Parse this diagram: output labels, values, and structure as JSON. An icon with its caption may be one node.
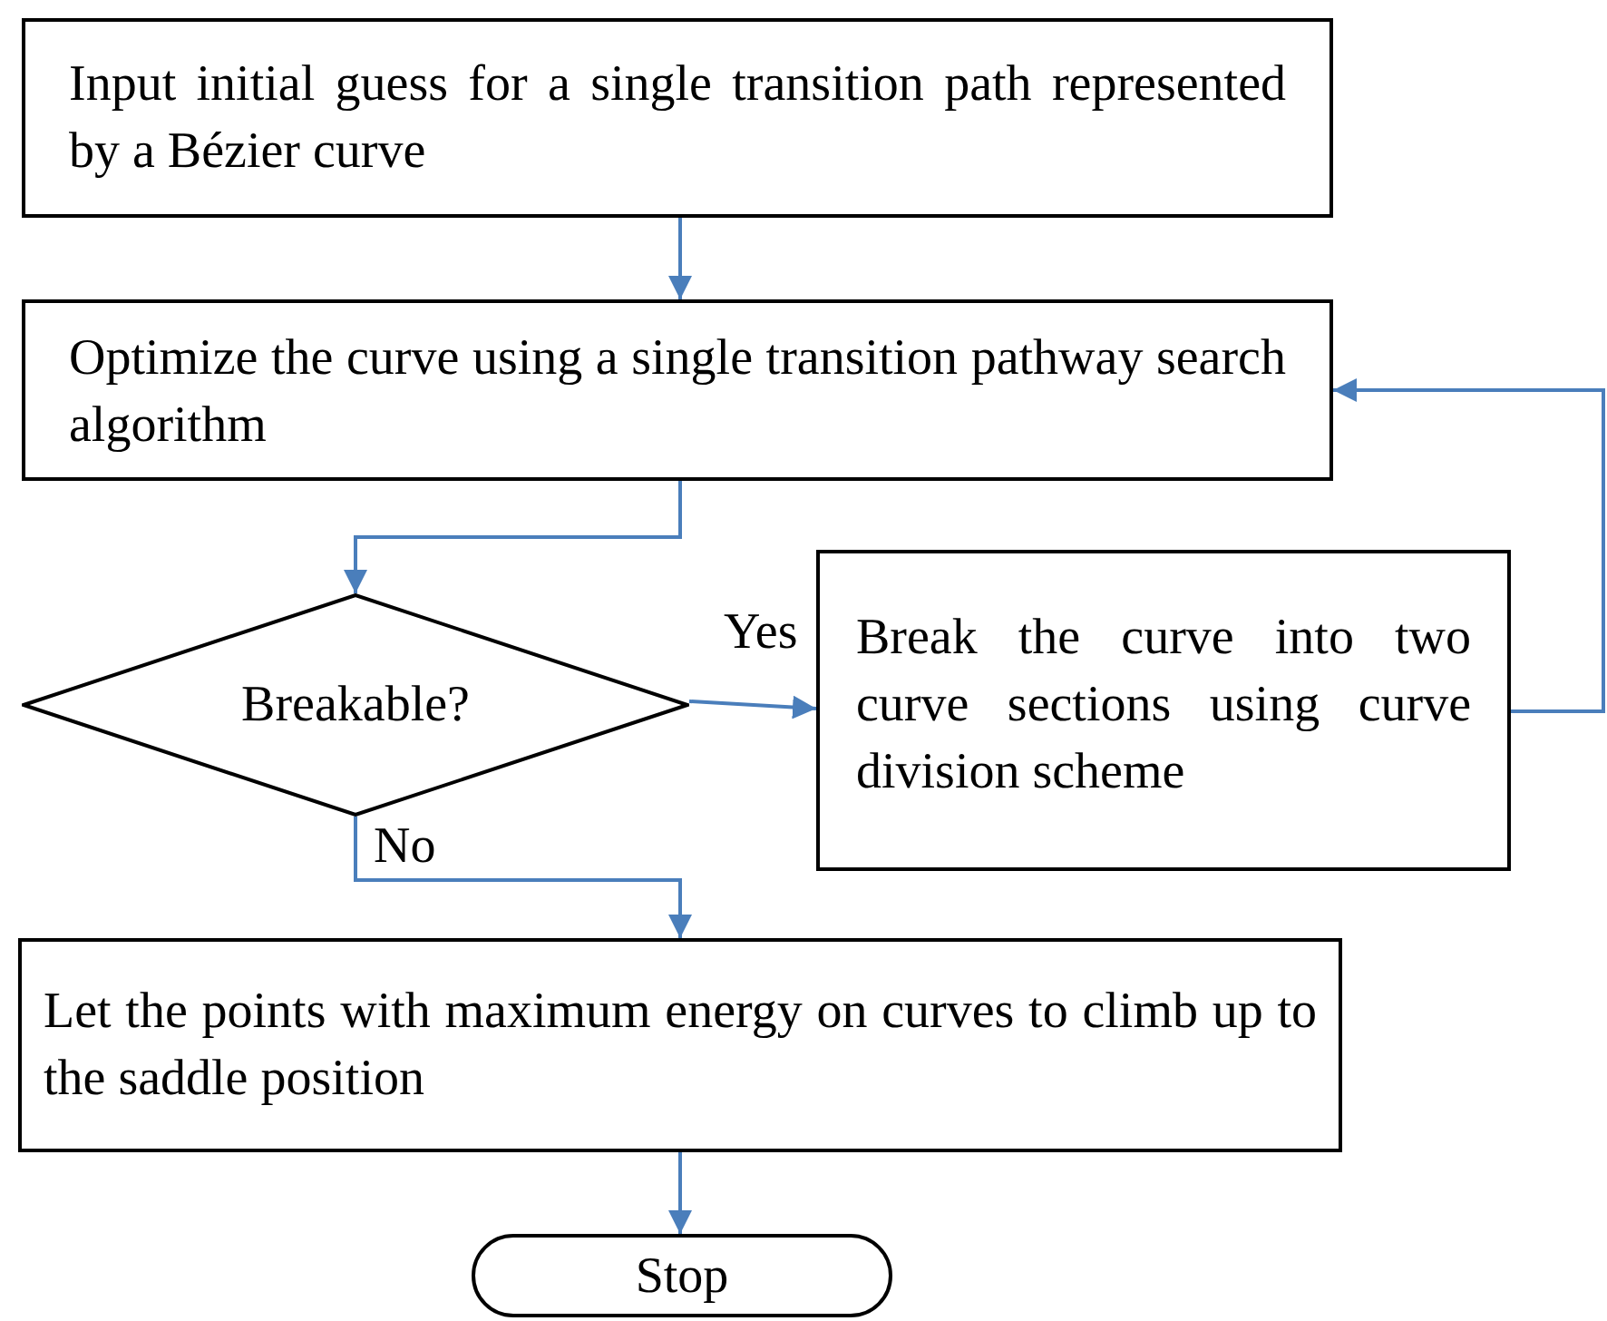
{
  "diagram": {
    "nodes": [
      {
        "text": [
          "Input initial guess for a single transition path represented by a Bézier curve"
        ]
      },
      {
        "text": [
          "Optimize the curve using a single transition pathway search algorithm"
        ]
      },
      {
        "text": [
          "Breakable?"
        ]
      },
      {
        "text": [
          "Break the curve into two curve sections using curve division scheme"
        ]
      },
      {
        "text": [
          "Let the points with maximum energy on curves to climb up to the saddle position"
        ]
      },
      {
        "text": [
          "Stop"
        ]
      }
    ],
    "edges": [
      {
        "from": 0,
        "to": 1,
        "arrow": "to"
      },
      {
        "from": 1,
        "to": 2,
        "arrow": "to"
      },
      {
        "from": 2,
        "to": 3,
        "arrow": "to",
        "label": "Yes"
      },
      {
        "from": 3,
        "to": 1,
        "arrow": "to"
      },
      {
        "from": 2,
        "to": 4,
        "arrow": "to",
        "label": "No"
      },
      {
        "from": 4,
        "to": 5,
        "arrow": "to"
      }
    ]
  }
}
